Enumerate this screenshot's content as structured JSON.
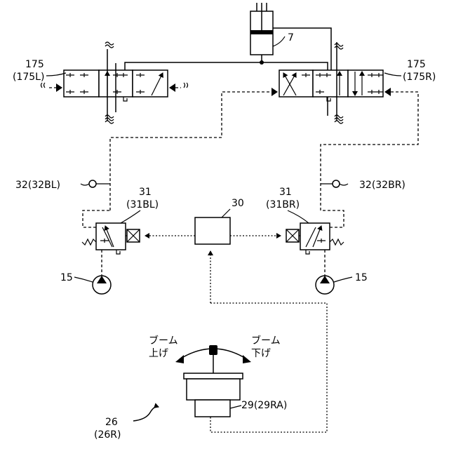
{
  "labels": {
    "cylinder": "7",
    "valve_left_a": "175",
    "valve_left_b": "(175L)",
    "valve_right_a": "175",
    "valve_right_b": "(175R)",
    "sensor_left": "32(32BL)",
    "sensor_right": "32(32BR)",
    "prop_left_a": "31",
    "prop_left_b": "(31BL)",
    "prop_right_a": "31",
    "prop_right_b": "(31BR)",
    "controller": "30",
    "pump_left": "15",
    "pump_right": "15",
    "lever_unit": "29(29RA)",
    "operation_device_a": "26",
    "operation_device_b": "(26R)",
    "boom_raise_a": "ブーム",
    "boom_raise_b": "上げ",
    "boom_lower_a": "ブーム",
    "boom_lower_b": "下げ"
  }
}
